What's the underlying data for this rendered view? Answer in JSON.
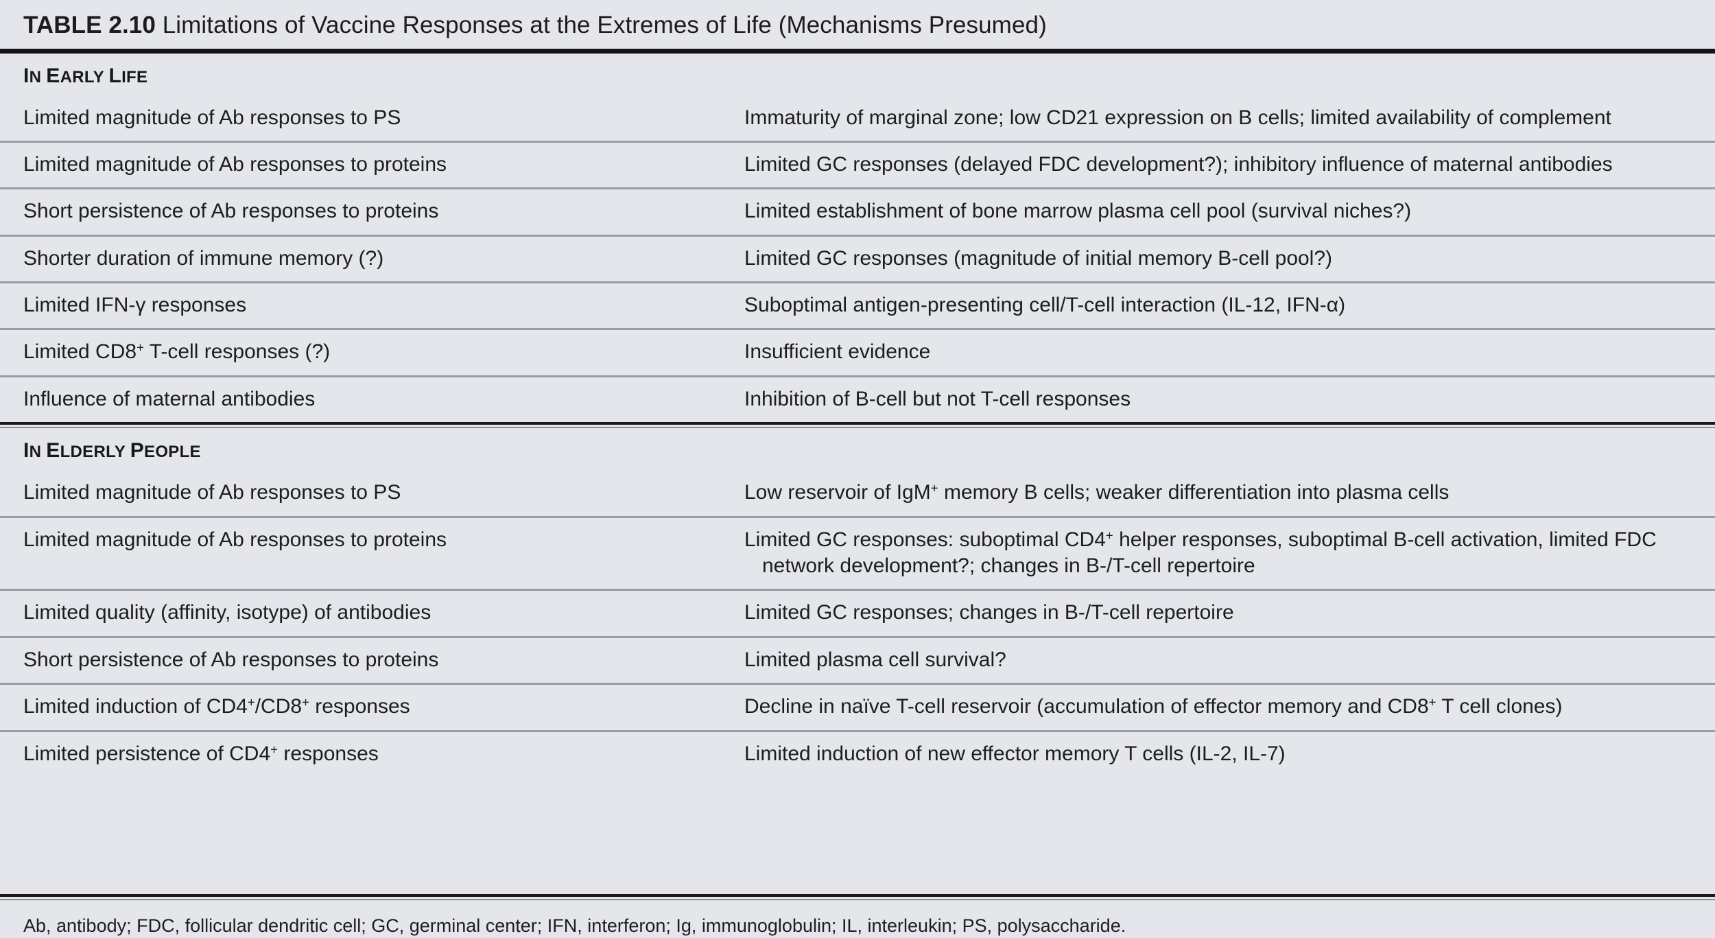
{
  "title": {
    "label": "TABLE 2.10",
    "caption": "Limitations of Vaccine Responses at the Extremes of Life (Mechanisms Presumed)"
  },
  "sections": [
    {
      "heading_first": "I",
      "heading_rest": "N ",
      "heading": "In Early Life",
      "heading_parts": [
        "I",
        "N ",
        "E",
        "ARLY ",
        "L",
        "IFE"
      ],
      "rows": [
        {
          "limitation": "Limited magnitude of Ab responses to PS",
          "mechanism": "Immaturity of marginal zone; low CD21 expression on B cells; limited availability of complement"
        },
        {
          "limitation": "Limited magnitude of Ab responses to proteins",
          "mechanism": "Limited GC responses (delayed FDC development?); inhibitory influence of maternal antibodies"
        },
        {
          "limitation": "Short persistence of Ab responses to proteins",
          "mechanism": "Limited establishment of bone marrow plasma cell pool (survival niches?)"
        },
        {
          "limitation": "Shorter duration of immune memory (?)",
          "mechanism": "Limited GC responses (magnitude of initial memory B-cell pool?)"
        },
        {
          "limitation": "Limited IFN-γ responses",
          "mechanism": "Suboptimal antigen-presenting cell/T-cell interaction (IL-12, IFN-α)"
        },
        {
          "limitation_html": "Limited CD8<sup>+</sup> T-cell responses (?)",
          "limitation": "Limited CD8+ T-cell responses (?)",
          "mechanism": "Insufficient evidence"
        },
        {
          "limitation": "Influence of maternal antibodies",
          "mechanism": "Inhibition of B-cell but not T-cell responses"
        }
      ]
    },
    {
      "heading": "In Elderly People",
      "heading_parts": [
        "I",
        "N ",
        "E",
        "LDERLY ",
        "P",
        "EOPLE"
      ],
      "rows": [
        {
          "limitation": "Limited magnitude of Ab responses to PS",
          "mechanism_html": "Low reservoir of IgM<sup>+</sup> memory B cells; weaker differentiation into plasma cells",
          "mechanism": "Low reservoir of IgM+ memory B cells; weaker differentiation into plasma cells"
        },
        {
          "limitation": "Limited magnitude of Ab responses to proteins",
          "mechanism_html": "Limited GC responses: suboptimal CD4<sup>+</sup> helper responses, suboptimal B-cell activation, limited FDC network development?; changes in B-/T-cell repertoire",
          "mechanism": "Limited GC responses: suboptimal CD4+ helper responses, suboptimal B-cell activation, limited FDC network development?; changes in B-/T-cell repertoire"
        },
        {
          "limitation": "Limited quality (affinity, isotype) of antibodies",
          "mechanism": "Limited GC responses; changes in B-/T-cell repertoire"
        },
        {
          "limitation": "Short persistence of Ab responses to proteins",
          "mechanism": "Limited plasma cell survival?"
        },
        {
          "limitation_html": "Limited induction of CD4<sup>+</sup>/CD8<sup>+</sup> responses",
          "limitation": "Limited induction of CD4+/CD8+ responses",
          "mechanism_html": "Decline in naïve T-cell reservoir (accumulation of effector memory and CD8<sup>+</sup> T cell clones)",
          "mechanism": "Decline in naïve T-cell reservoir (accumulation of effector memory and CD8+ T cell clones)"
        },
        {
          "limitation_html": "Limited persistence of CD4<sup>+</sup> responses",
          "limitation": "Limited persistence of CD4+ responses",
          "mechanism": "Limited induction of new effector memory T cells (IL-2, IL-7)"
        }
      ]
    }
  ],
  "footnote": "Ab, antibody; FDC, follicular dendritic cell; GC, germinal center; IFN, interferon; Ig, immunoglobulin; IL, interleukin; PS, polysaccharide.",
  "colors": {
    "background": "#e4e6eb",
    "text": "#1c1d21",
    "rule_heavy": "#141414",
    "rule_thin": "#9a9ca3"
  }
}
